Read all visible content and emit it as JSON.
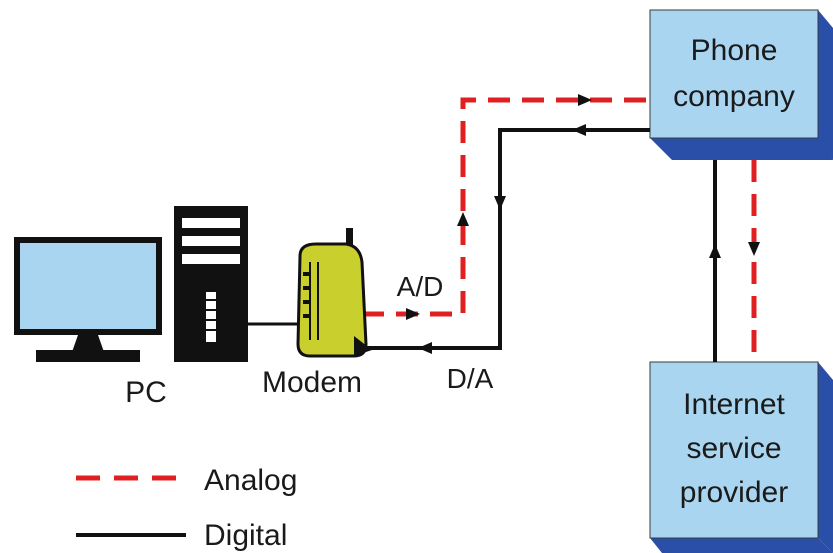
{
  "labels": {
    "pc": "PC",
    "modem": "Modem",
    "ad": "A/D",
    "da": "D/A"
  },
  "nodes": {
    "phone_company": [
      "Phone",
      "company"
    ],
    "isp": [
      "Internet",
      "service",
      "provider"
    ]
  },
  "legend": {
    "analog": "Analog",
    "digital": "Digital"
  },
  "colors": {
    "analog_line": "#e02020",
    "digital_line": "#111111",
    "box_face": "#a9d5f0",
    "box_side": "#2a4fa8",
    "screen": "#a9d5f0",
    "modem_body": "#c9cf2c"
  }
}
